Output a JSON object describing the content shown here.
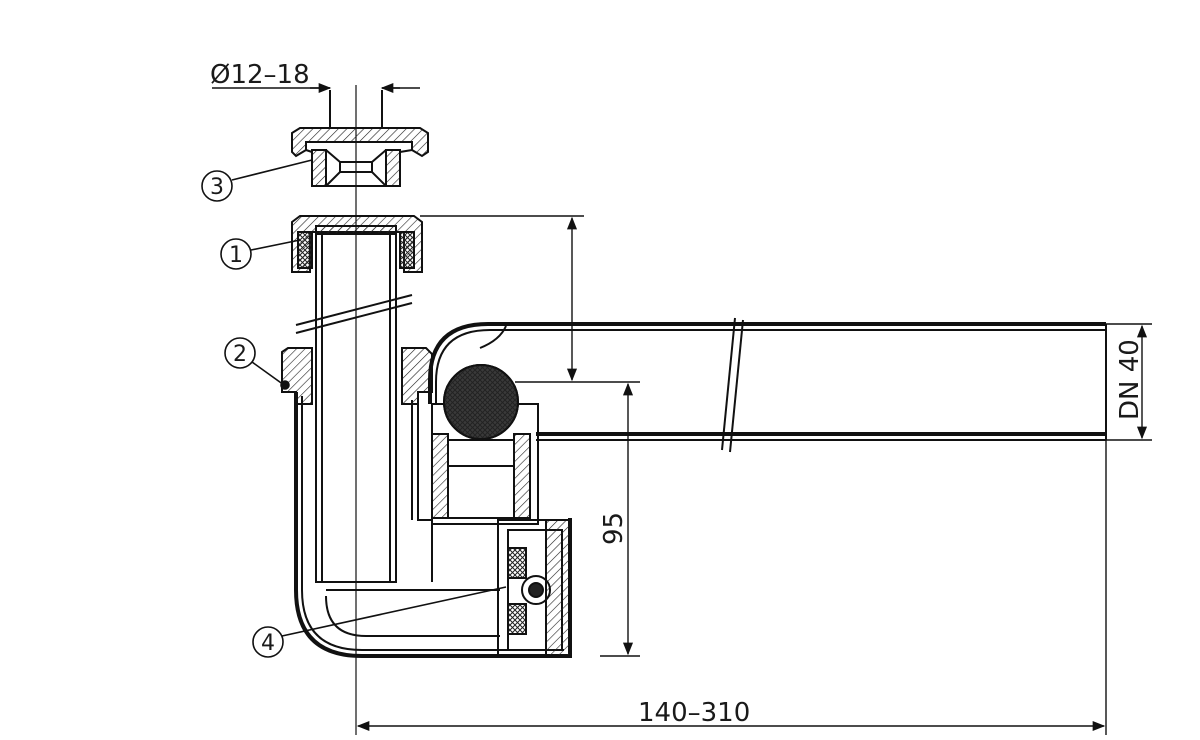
{
  "dimensions": {
    "diameter": "Ø12–18",
    "height_95": "95",
    "length_range": "140–310",
    "pipe_size": "DN 40"
  },
  "callouts": [
    {
      "number": "1"
    },
    {
      "number": "2"
    },
    {
      "number": "3"
    },
    {
      "number": "4"
    }
  ]
}
